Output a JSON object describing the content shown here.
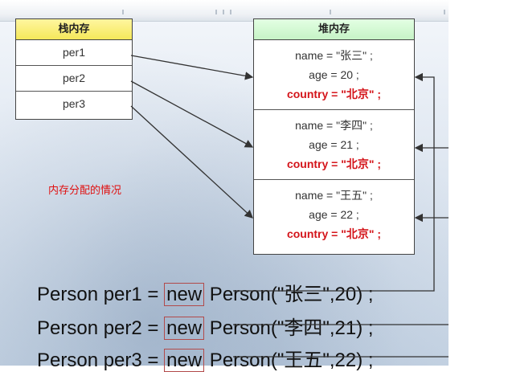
{
  "stack_table": {
    "header": "栈内存",
    "rows": [
      "per1",
      "per2",
      "per3"
    ]
  },
  "heap_table": {
    "header": "堆内存",
    "objects": [
      {
        "name_line": "name = \"张三\" ;",
        "age_line": "age = 20 ;",
        "country_line": "country = \"北京\" ;"
      },
      {
        "name_line": "name = \"李四\" ;",
        "age_line": "age = 21 ;",
        "country_line": "country = \"北京\" ;"
      },
      {
        "name_line": "name = \"王五\" ;",
        "age_line": "age = 22 ;",
        "country_line": "country = \"北京\" ;"
      }
    ]
  },
  "caption": "内存分配的情况",
  "code": [
    {
      "prefix": "Person per1 = ",
      "keyword": "new",
      "suffix": " Person(\"张三\",20) ;"
    },
    {
      "prefix": "Person per2 = ",
      "keyword": "new",
      "suffix": " Person(\"李四\",21) ;"
    },
    {
      "prefix": "Person per3 = ",
      "keyword": "new",
      "suffix": " Person(\"王五\",22) ;"
    }
  ],
  "colors": {
    "accent_red": "#d4141a",
    "stack_header": "#f5e85a",
    "heap_header": "#c6f3c6"
  }
}
